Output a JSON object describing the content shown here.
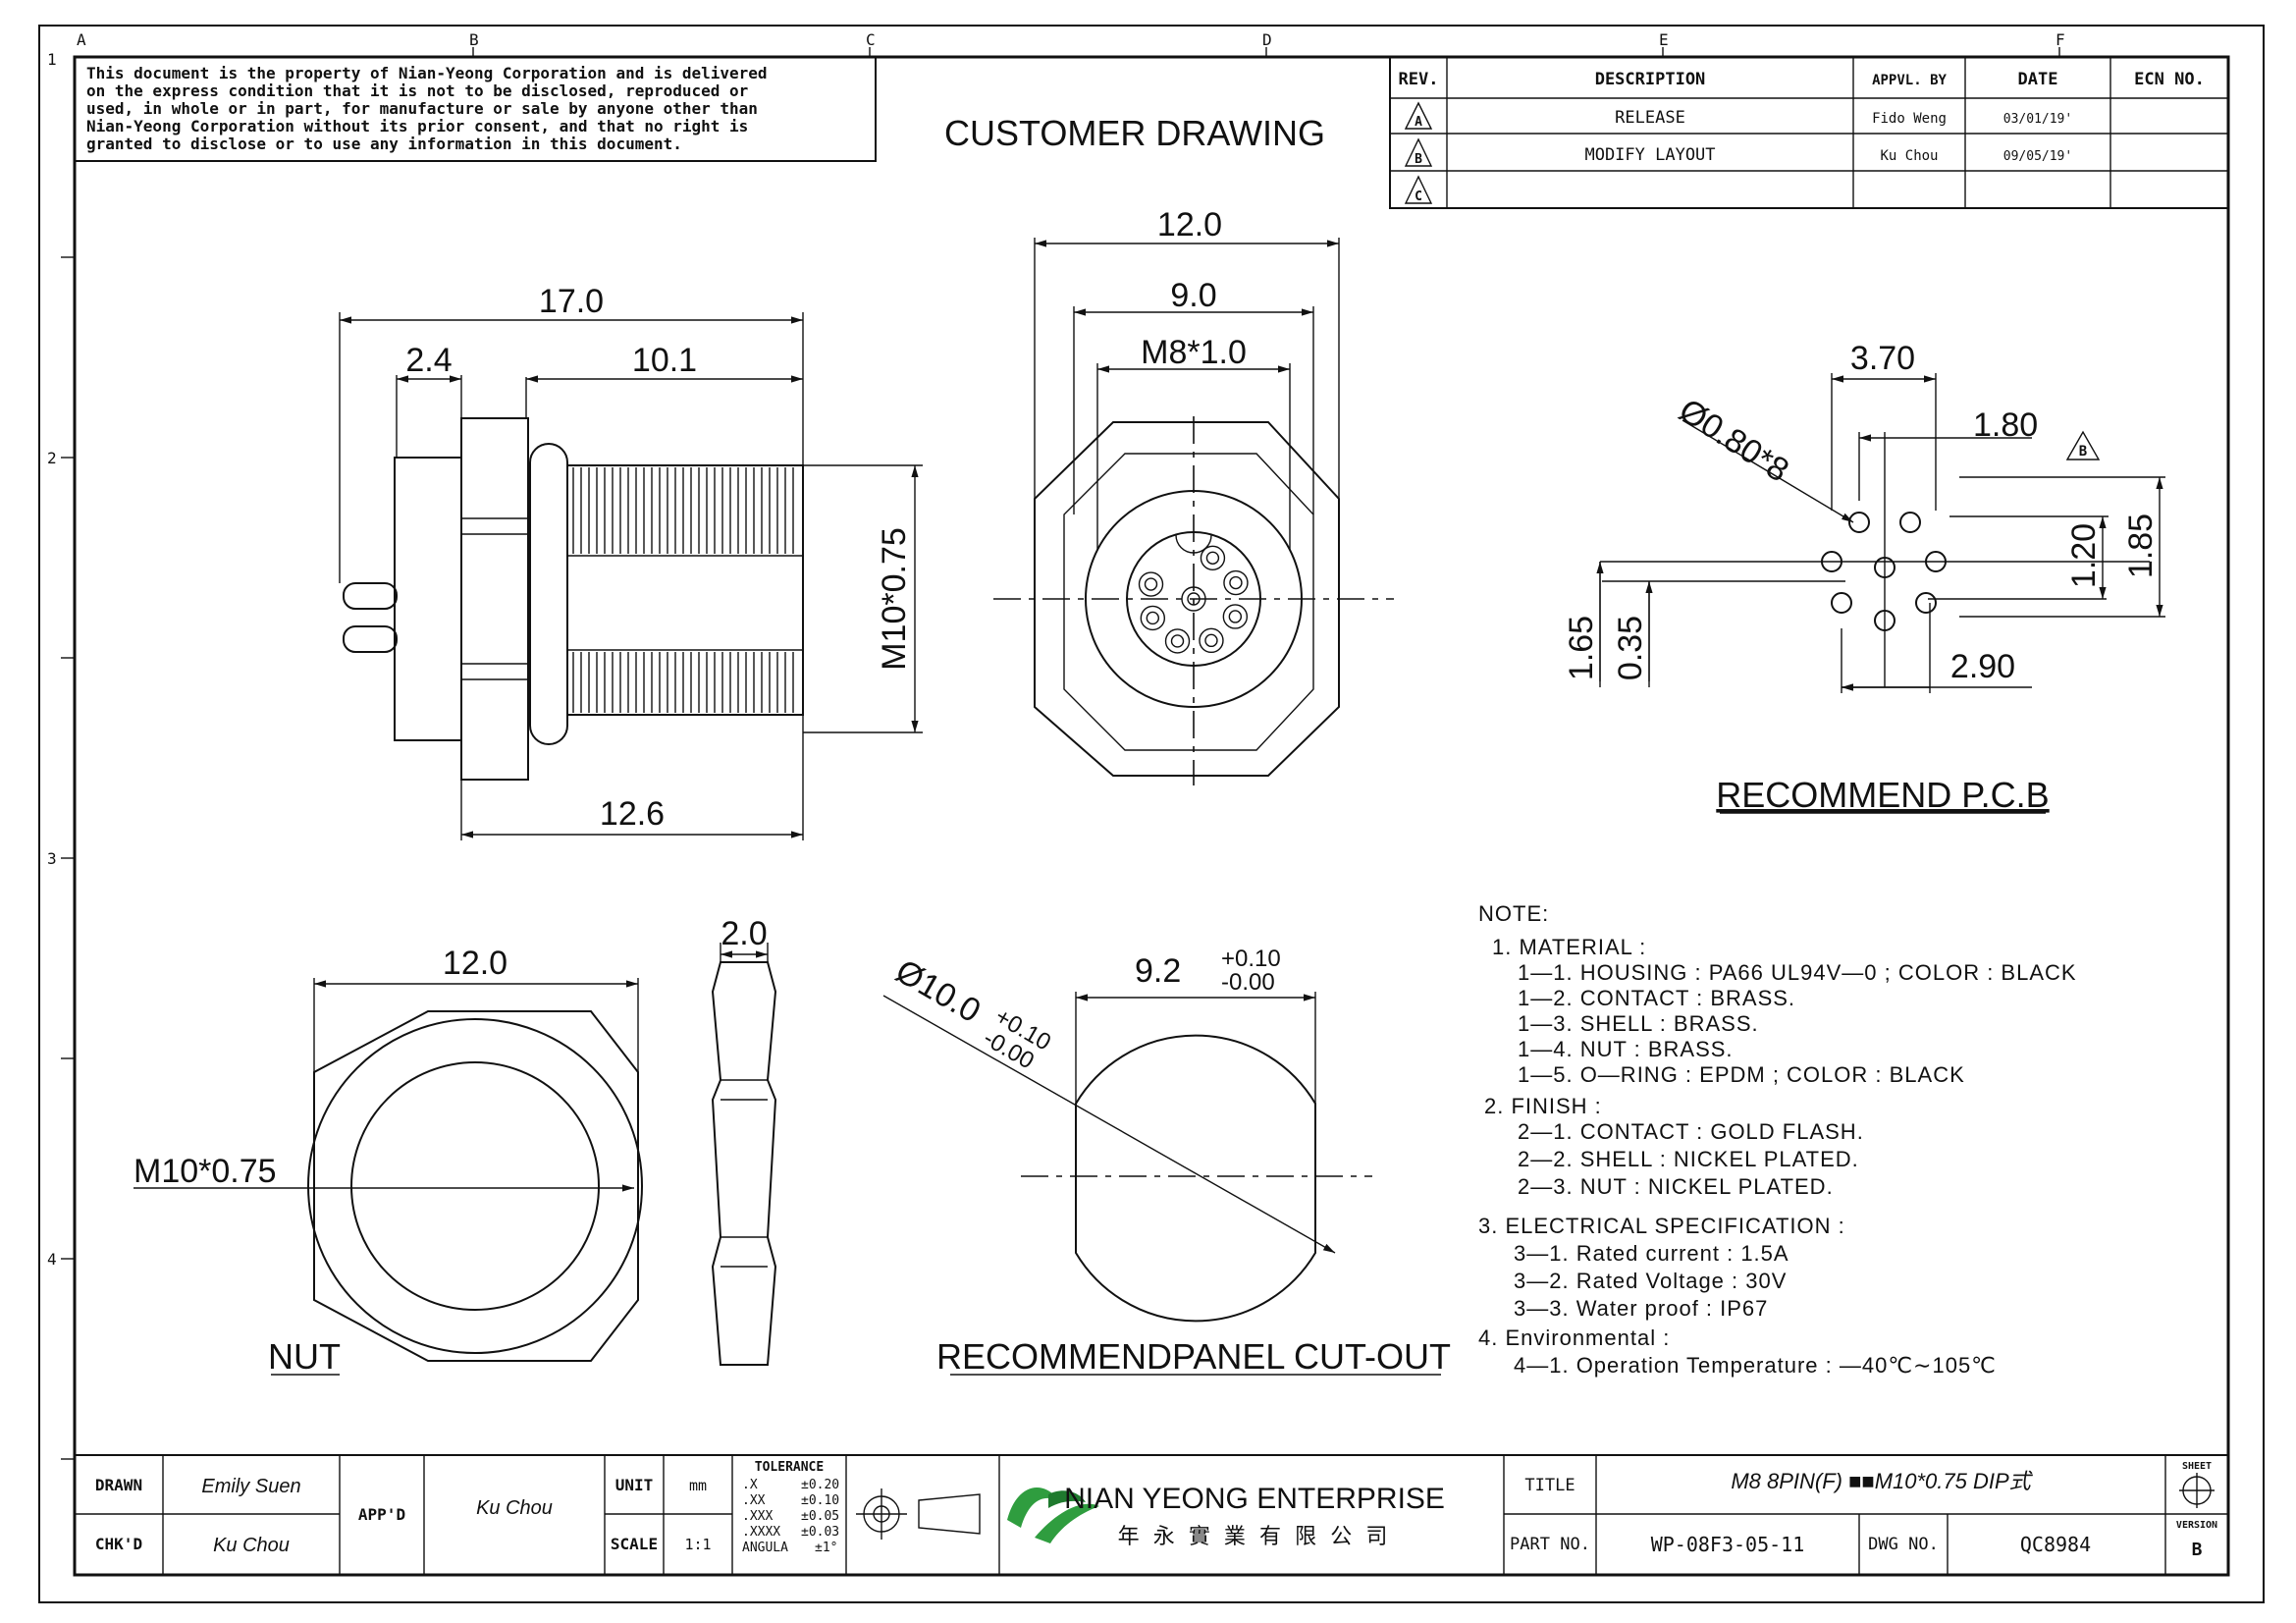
{
  "border": {
    "columns": [
      "A",
      "B",
      "C",
      "D",
      "E",
      "F"
    ],
    "rows": [
      "1",
      "2",
      "3",
      "4"
    ]
  },
  "notice": {
    "lines": [
      "This document is the property of Nian-Yeong Corporation and is delivered",
      "on  the  express condition that it is not to be disclosed, reproduced or",
      "used, in whole or in part, for manufacture or sale by anyone other than",
      "Nian-Yeong Corporation without  its prior consent, and that  no right  is",
      "granted to disclose or to use any information in this  document."
    ]
  },
  "heading": "CUSTOMER  DRAWING",
  "revision_table": {
    "headers": [
      "REV.",
      "DESCRIPTION",
      "APPVL. BY",
      "DATE",
      "ECN NO."
    ],
    "rows": [
      {
        "rev": "A",
        "description": "RELEASE",
        "approved_by": "Fido Weng",
        "date": "03/01/19'",
        "ecn": ""
      },
      {
        "rev": "B",
        "description": "MODIFY LAYOUT",
        "approved_by": "Ku Chou",
        "date": "09/05/19'",
        "ecn": ""
      },
      {
        "rev": "C",
        "description": "",
        "approved_by": "",
        "date": "",
        "ecn": ""
      }
    ]
  },
  "side_view": {
    "dims": {
      "overall": "17.0",
      "flange": "2.4",
      "thread_len": "10.1",
      "thread": "M10*0.75",
      "body": "12.6"
    }
  },
  "front_view": {
    "dims": {
      "outer": "12.0",
      "mid": "9.0",
      "thread": "M8*1.0"
    }
  },
  "pcb": {
    "title": "RECOMMEND  P.C.B",
    "dims": {
      "pitch_x": "3.70",
      "offset": "1.80",
      "hole": "Ø0.80*8",
      "v1": "1.20",
      "v2": "1.85",
      "h1": "1.65",
      "h2": "0.35",
      "span": "2.90"
    },
    "rev_mark": "B"
  },
  "nut": {
    "title": "NUT",
    "dims": {
      "width": "12.0",
      "thread": "M10*0.75",
      "thickness": "2.0"
    }
  },
  "panel_cutout": {
    "title": "RECOMMENDPANEL  CUT-OUT",
    "dims": {
      "flat_main": "9.2",
      "flat_plus": "+0.10",
      "flat_minus": "-0.00",
      "dia_main": "Ø10.0",
      "dia_plus": "+0.10",
      "dia_minus": "-0.00"
    }
  },
  "notes": {
    "title": "NOTE:",
    "lines": [
      "1.  MATERIAL  :",
      "1—1.  HOUSING  :  PA66  UL94V—0  ;  COLOR  :  BLACK",
      "1—2.  CONTACT  :  BRASS.",
      "1—3.  SHELL  :  BRASS.",
      "1—4.  NUT  :  BRASS.",
      "1—5.  O—RING  :  EPDM  ;  COLOR  :  BLACK",
      "2.  FINISH  :",
      "2—1.  CONTACT  :  GOLD  FLASH.",
      "2—2.  SHELL  :  NICKEL  PLATED.",
      "2—3.  NUT  :  NICKEL  PLATED.",
      "3.  ELECTRICAL  SPECIFICATION  :",
      "3—1.  Rated  current  :  1.5A",
      "3—2.  Rated  Voltage  :  30V",
      "3—3.  Water  proof  :  IP67",
      "4.  Environmental  :",
      "4—1.  Operation  Temperature  :  —40℃∼105℃"
    ]
  },
  "title_block": {
    "drawn_label": "DRAWN",
    "drawn": "Emily Suen",
    "chkd_label": "CHK'D",
    "chkd": "Ku Chou",
    "appd_label": "APP'D",
    "appd": "Ku Chou",
    "unit_label": "UNIT",
    "unit": "mm",
    "scale_label": "SCALE",
    "scale": "1:1",
    "tolerance_title": "TOLERANCE",
    "tolerances": [
      {
        "fmt": ".X",
        "val": "±0.20"
      },
      {
        "fmt": ".XX",
        "val": "±0.10"
      },
      {
        "fmt": ".XXX",
        "val": "±0.05"
      },
      {
        "fmt": ".XXXX",
        "val": "±0.03"
      },
      {
        "fmt": "ANGULA",
        "val": "±1°"
      }
    ],
    "company": "NIAN YEONG ENTERPRISE",
    "company_cn": "年 永 實 業 有 限 公 司",
    "title_label": "TITLE",
    "title": "M8  8PIN(F)  ■■M10*0.75  DIP式",
    "part_label": "PART NO.",
    "part_no": "WP-08F3-05-11",
    "dwg_label": "DWG NO.",
    "dwg_no": "QC8984",
    "sheet_label": "SHEET",
    "version_label": "VERSION",
    "version": "B"
  }
}
